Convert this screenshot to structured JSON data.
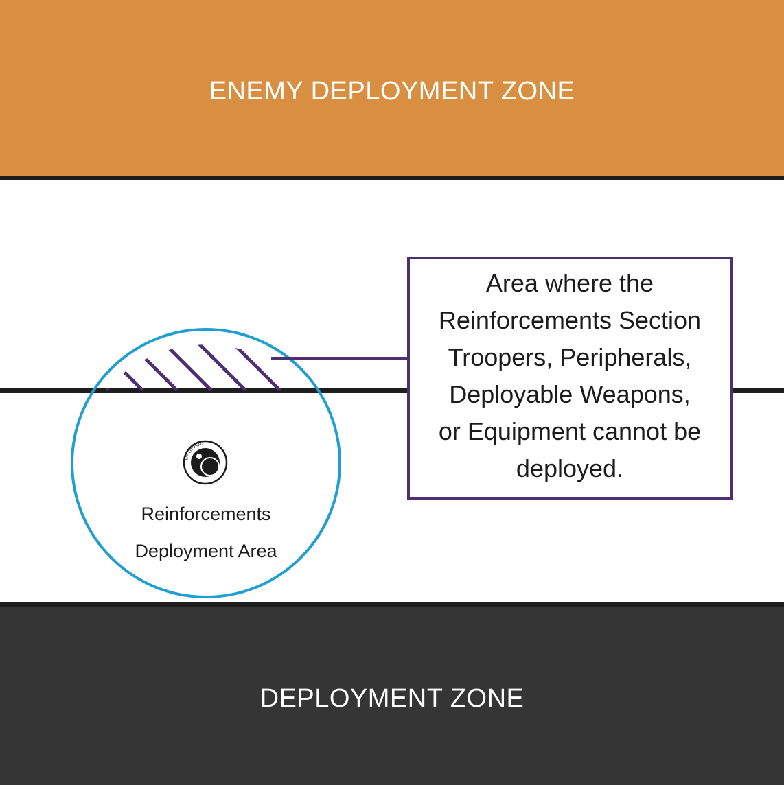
{
  "zones": {
    "enemy": "ENEMY DEPLOYMENT ZONE",
    "friendly": "DEPLOYMENT ZONE"
  },
  "callout": {
    "lines": [
      "Area where the",
      "Reinforcements Section",
      "Troopers, Peripherals,",
      "Deployable Weapons,",
      "or Equipment cannot be",
      "deployed."
    ]
  },
  "reinforcement_area": {
    "lines": [
      "Reinforcements",
      "Deployment Area"
    ],
    "token_brand": "DROPPOD"
  },
  "colors": {
    "enemy_zone": "#d98f42",
    "friendly_zone": "#353535",
    "circle": "#1f9ed1",
    "hatch": "#4d2f72",
    "callout_border": "#4d2f72"
  }
}
